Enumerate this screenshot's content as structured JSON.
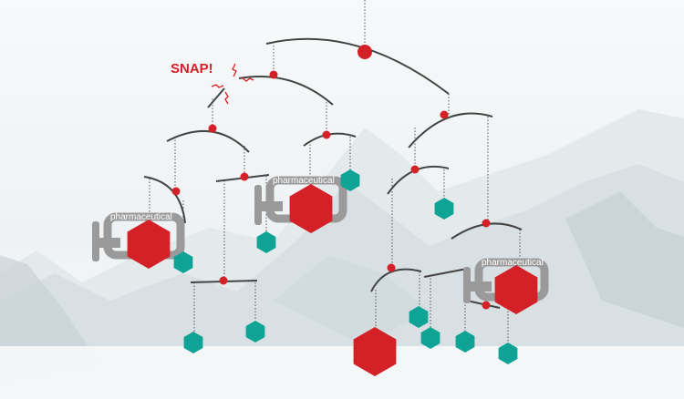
{
  "snap_text": "SNAP!",
  "clamp_labels": [
    "pharmaceutical",
    "pharmaceutical",
    "pharmaceutical"
  ],
  "colors": {
    "red": "#d42027",
    "teal": "#0fa396",
    "arm": "#444444",
    "clamp": "#9a9a9a",
    "snap": "#d42027"
  }
}
